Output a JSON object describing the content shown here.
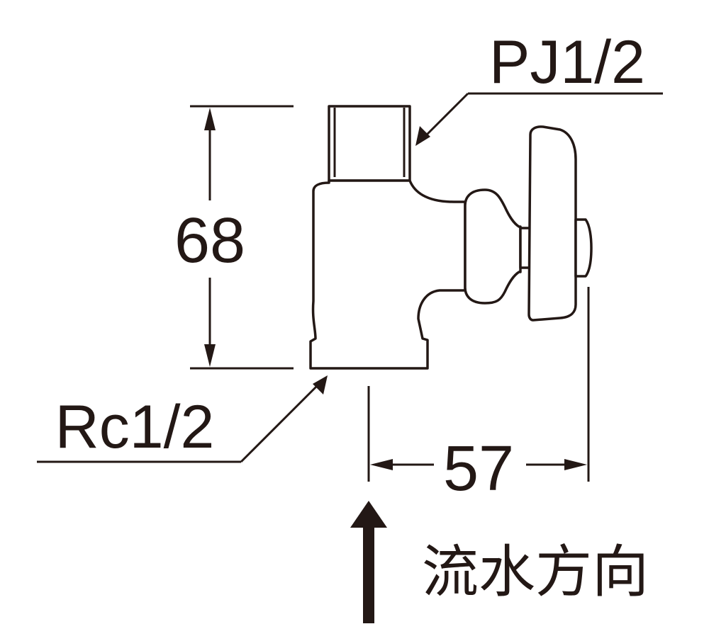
{
  "labels": {
    "outlet_thread": "PJ1/2",
    "inlet_thread": "Rc1/2",
    "height_dim": "68",
    "depth_dim": "57",
    "flow_direction": "流水方向"
  },
  "colors": {
    "ink": "#231815",
    "background": "#ffffff"
  }
}
